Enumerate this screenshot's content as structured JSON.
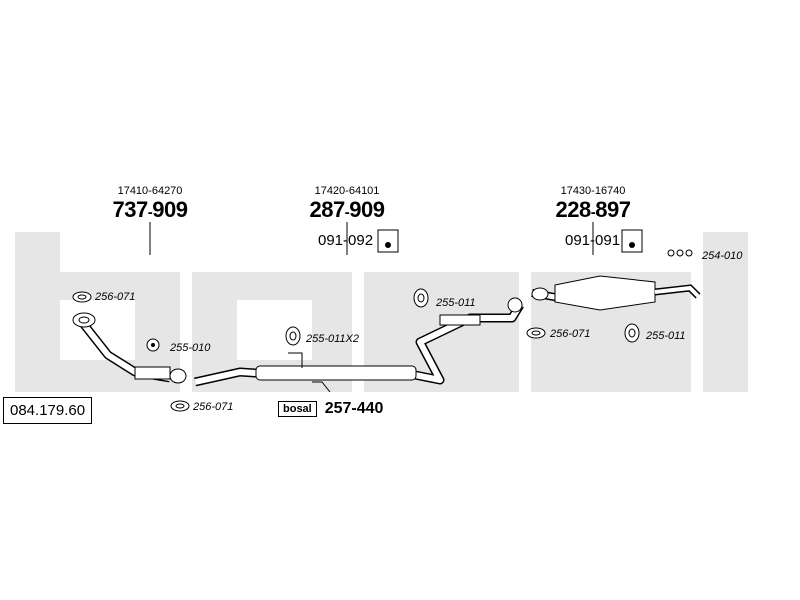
{
  "catalog_number": "084.179.60",
  "watermark": "bosal",
  "groups": [
    {
      "oem": "17410-64270",
      "part": "737",
      "sep": "-",
      "part2": "909"
    },
    {
      "oem": "17420-64101",
      "part": "287",
      "sep": "-",
      "part2": "909",
      "hanger": "091-092"
    },
    {
      "oem": "17430-16740",
      "part": "228",
      "sep": "-",
      "part2": "897",
      "hanger": "091-091"
    }
  ],
  "fittings": {
    "f1": "256-071",
    "f2": "255-010",
    "f3": "256-071",
    "f4": "255-011X2",
    "f5": "255-011",
    "f6": "256-071",
    "f7": "255-011",
    "f8": "254-010"
  },
  "kit": {
    "brand": "bosal",
    "number": "257-440"
  },
  "colors": {
    "watermark": "#e6e6e6",
    "line": "#000000",
    "pipe": "#ffffff"
  }
}
